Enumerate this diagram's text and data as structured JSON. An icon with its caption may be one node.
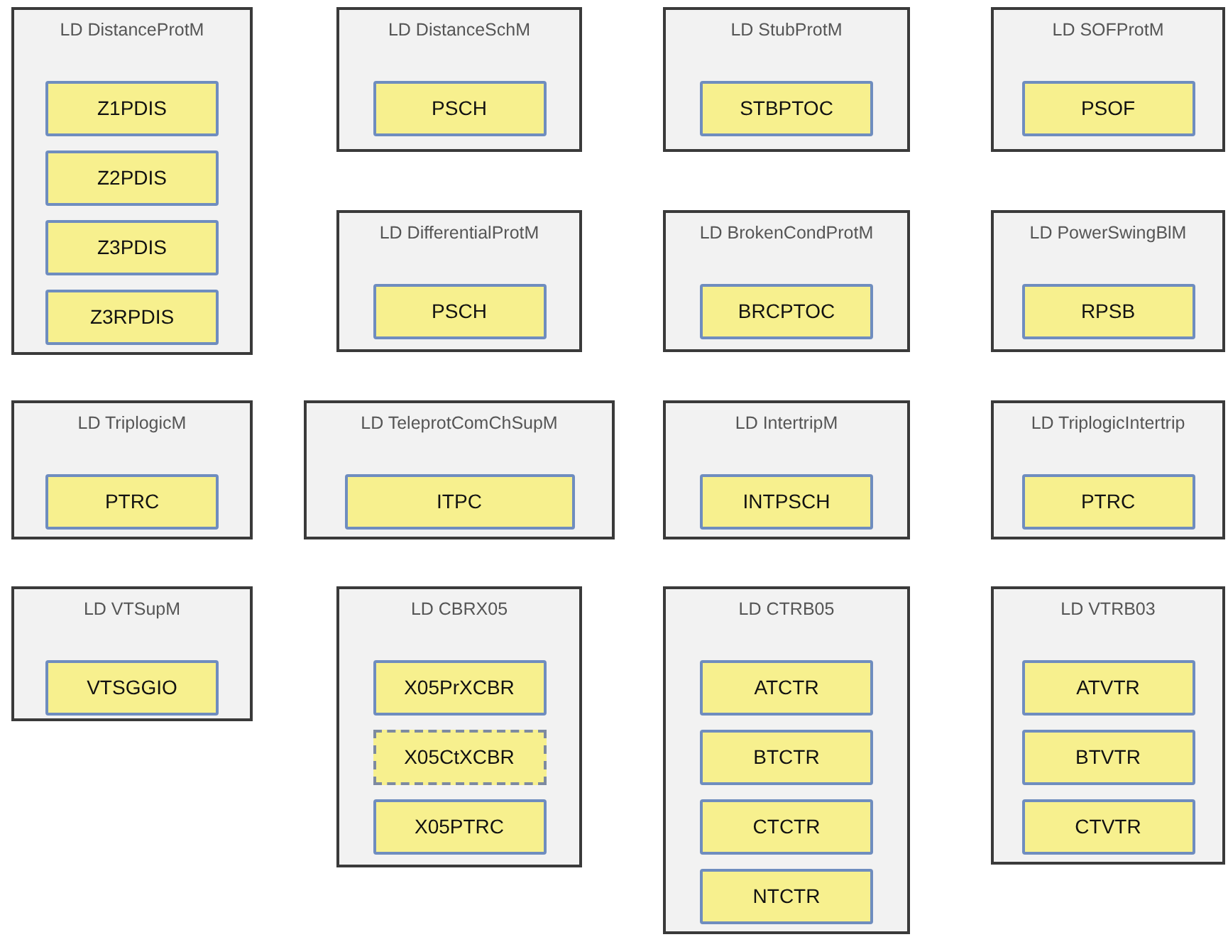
{
  "diagram": {
    "nodes": [
      {
        "text": [
          "LD DistanceProtM"
        ]
      },
      {
        "text": [
          "Z1PDIS"
        ],
        "in": 0
      },
      {
        "text": [
          "Z2PDIS"
        ],
        "in": 0
      },
      {
        "text": [
          "Z3PDIS"
        ],
        "in": 0
      },
      {
        "text": [
          "Z3RPDIS"
        ],
        "in": 0
      },
      {
        "text": [
          "LD DistanceSchM"
        ]
      },
      {
        "text": [
          "PSCH"
        ],
        "in": 5
      },
      {
        "text": [
          "LD StubProtM"
        ]
      },
      {
        "text": [
          "STBPTOC"
        ],
        "in": 7
      },
      {
        "text": [
          "LD SOFProtM"
        ]
      },
      {
        "text": [
          "PSOF"
        ],
        "in": 9
      },
      {
        "text": [
          "LD DifferentialProtM"
        ]
      },
      {
        "text": [
          "PSCH"
        ],
        "in": 11
      },
      {
        "text": [
          "LD BrokenCondProtM"
        ]
      },
      {
        "text": [
          "BRCPTOC"
        ],
        "in": 13
      },
      {
        "text": [
          "LD PowerSwingBlM"
        ]
      },
      {
        "text": [
          "RPSB"
        ],
        "in": 15
      },
      {
        "text": [
          "LD TriplogicM"
        ]
      },
      {
        "text": [
          "PTRC"
        ],
        "in": 17
      },
      {
        "text": [
          "LD TeleprotComChSupM"
        ]
      },
      {
        "text": [
          "ITPC"
        ],
        "in": 19
      },
      {
        "text": [
          "LD IntertripM"
        ]
      },
      {
        "text": [
          "INTPSCH"
        ],
        "in": 21
      },
      {
        "text": [
          "LD TriplogicIntertrip"
        ]
      },
      {
        "text": [
          "PTRC"
        ],
        "in": 23
      },
      {
        "text": [
          "LD VTSupM"
        ]
      },
      {
        "text": [
          "VTSGGIO"
        ],
        "in": 25
      },
      {
        "text": [
          "LD CBRX05"
        ]
      },
      {
        "text": [
          "X05PrXCBR"
        ],
        "in": 27
      },
      {
        "text": [
          "X05CtXCBR"
        ],
        "in": 27
      },
      {
        "text": [
          "X05PTRC"
        ],
        "in": 27
      },
      {
        "text": [
          "LD CTRB05"
        ]
      },
      {
        "text": [
          "ATCTR"
        ],
        "in": 31
      },
      {
        "text": [
          "BTCTR"
        ],
        "in": 31
      },
      {
        "text": [
          "CTCTR"
        ],
        "in": 31
      },
      {
        "text": [
          "NTCTR"
        ],
        "in": 31
      },
      {
        "text": [
          "LD VTRB03"
        ]
      },
      {
        "text": [
          "ATVTR"
        ],
        "in": 36
      },
      {
        "text": [
          "BTVTR"
        ],
        "in": 36
      },
      {
        "text": [
          "CTVTR"
        ],
        "in": 36
      }
    ]
  }
}
